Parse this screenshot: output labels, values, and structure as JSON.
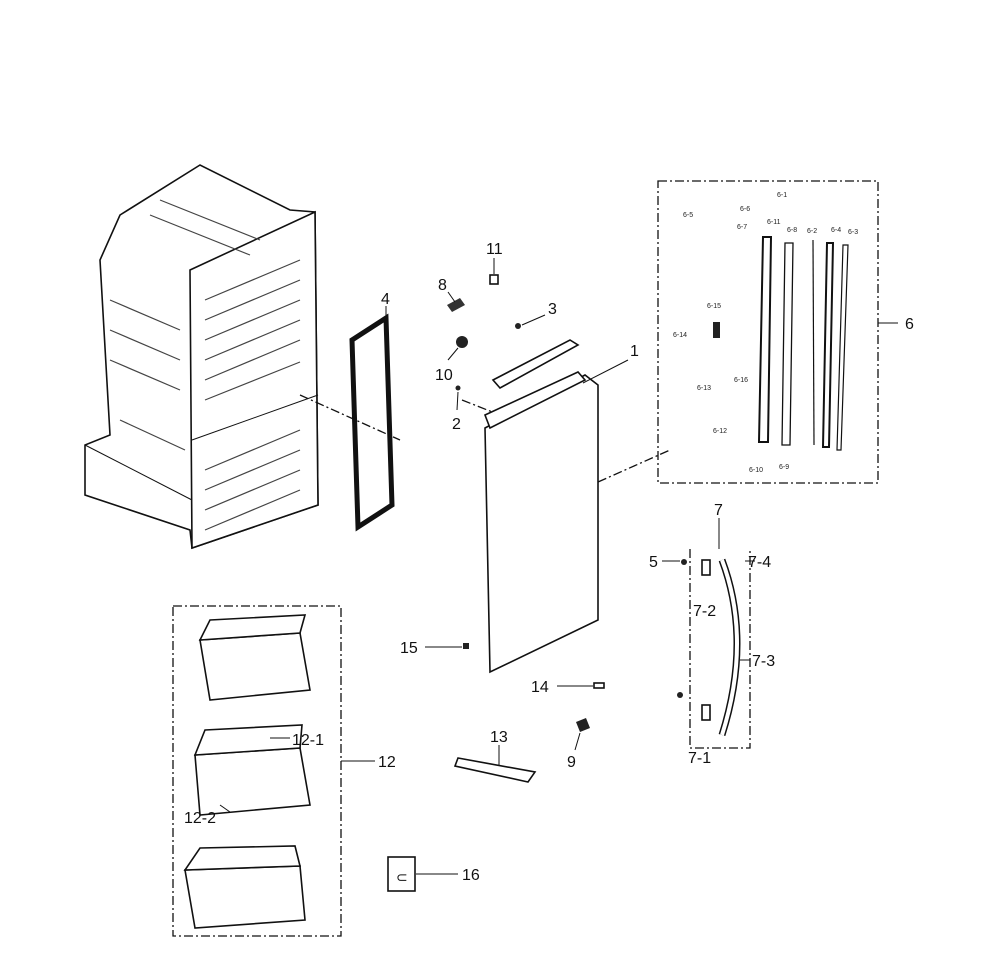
{
  "labels": {
    "p1": "1",
    "p2": "2",
    "p3": "3",
    "p4": "4",
    "p5": "5",
    "p6": "6",
    "p7": "7",
    "p8": "8",
    "p9": "9",
    "p10": "10",
    "p11": "11",
    "p12": "12",
    "p13": "13",
    "p14": "14",
    "p15": "15",
    "p16": "16",
    "p7_1": "7-1",
    "p7_2": "7-2",
    "p7_3": "7-3",
    "p7_4": "7-4",
    "p12_1": "12-1",
    "p12_2": "12-2",
    "p6_1": "6-1",
    "p6_2": "6-2",
    "p6_3": "6-3",
    "p6_4": "6-4",
    "p6_5": "6-5",
    "p6_6": "6-6",
    "p6_7": "6-7",
    "p6_8": "6-8",
    "p6_9": "6-9",
    "p6_10": "6-10",
    "p6_11": "6-11",
    "p6_12": "6-12",
    "p6_13": "6-13",
    "p6_14": "6-14",
    "p6_15": "6-15",
    "p6_16": "6-16"
  }
}
